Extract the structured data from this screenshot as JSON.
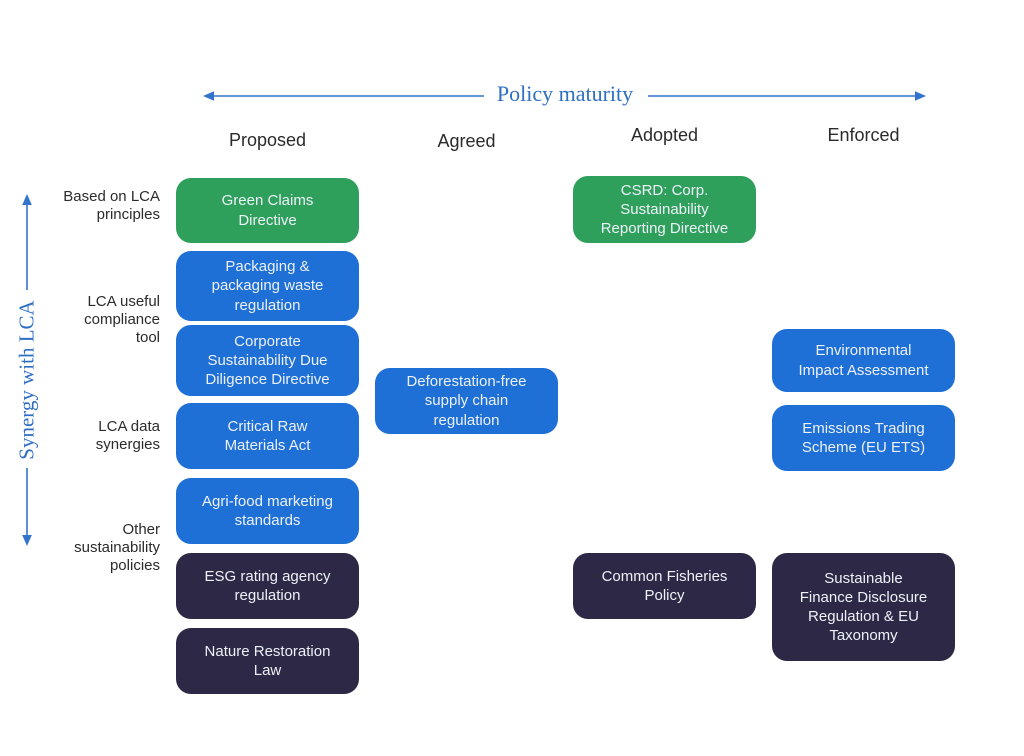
{
  "title": {
    "text": "Policy maturity"
  },
  "y_axis": {
    "text": "Synergy with LCA"
  },
  "colors": {
    "green": "#2fa05c",
    "blue": "#1e6fd6",
    "navy": "#2c2845",
    "axis_accent": "#2e6fc4",
    "box_text": "#edf1f8",
    "label_text": "#2b2b2b"
  },
  "columns": [
    {
      "id": "proposed",
      "label": "Proposed"
    },
    {
      "id": "agreed",
      "label": "Agreed"
    },
    {
      "id": "adopted",
      "label": "Adopted"
    },
    {
      "id": "enforced",
      "label": "Enforced"
    }
  ],
  "rows": [
    {
      "id": "based-on-lca",
      "label": "Based on LCA\nprinciples"
    },
    {
      "id": "lca-useful",
      "label": "LCA useful\ncompliance\ntool"
    },
    {
      "id": "lca-data",
      "label": "LCA data\nsynergies"
    },
    {
      "id": "other",
      "label": "Other\nsustainability\npolicies"
    }
  ],
  "boxes": [
    {
      "id": "green-claims-directive",
      "label": "Green Claims\nDirective",
      "column": "proposed",
      "row": "based-on-lca",
      "color": "green"
    },
    {
      "id": "packaging-waste-regulation",
      "label": "Packaging &\npackaging waste\nregulation",
      "column": "proposed",
      "row": "lca-useful",
      "color": "blue"
    },
    {
      "id": "corporate-sustainability-due-diligence-directive",
      "label": "Corporate\nSustainability Due\nDiligence Directive",
      "column": "proposed",
      "row": "lca-useful",
      "color": "blue"
    },
    {
      "id": "critical-raw-materials-act",
      "label": "Critical Raw\nMaterials Act",
      "column": "proposed",
      "row": "lca-data",
      "color": "blue"
    },
    {
      "id": "agri-food-marketing-standards",
      "label": "Agri-food marketing\nstandards",
      "column": "proposed",
      "row": "lca-data",
      "color": "blue"
    },
    {
      "id": "esg-rating-agency-regulation",
      "label": "ESG rating agency\nregulation",
      "column": "proposed",
      "row": "other",
      "color": "navy"
    },
    {
      "id": "nature-restoration-law",
      "label": "Nature Restoration\nLaw",
      "column": "proposed",
      "row": "other",
      "color": "navy"
    },
    {
      "id": "deforestation-free-supply-chain-regulation",
      "label": "Deforestation-free\nsupply chain\nregulation",
      "column": "agreed",
      "row": "lca-data",
      "color": "blue"
    },
    {
      "id": "csrd",
      "label": "CSRD: Corp.\nSustainability\nReporting Directive",
      "column": "adopted",
      "row": "based-on-lca",
      "color": "green"
    },
    {
      "id": "common-fisheries-policy",
      "label": "Common Fisheries\nPolicy",
      "column": "adopted",
      "row": "other",
      "color": "navy"
    },
    {
      "id": "environmental-impact-assessment",
      "label": "Environmental\nImpact Assessment",
      "column": "enforced",
      "row": "lca-useful",
      "color": "blue"
    },
    {
      "id": "emissions-trading-scheme",
      "label": "Emissions Trading\nScheme (EU ETS)",
      "column": "enforced",
      "row": "lca-data",
      "color": "blue"
    },
    {
      "id": "sfdr-eu-taxonomy",
      "label": "Sustainable\nFinance Disclosure\nRegulation & EU\nTaxonomy",
      "column": "enforced",
      "row": "other",
      "color": "navy"
    }
  ]
}
